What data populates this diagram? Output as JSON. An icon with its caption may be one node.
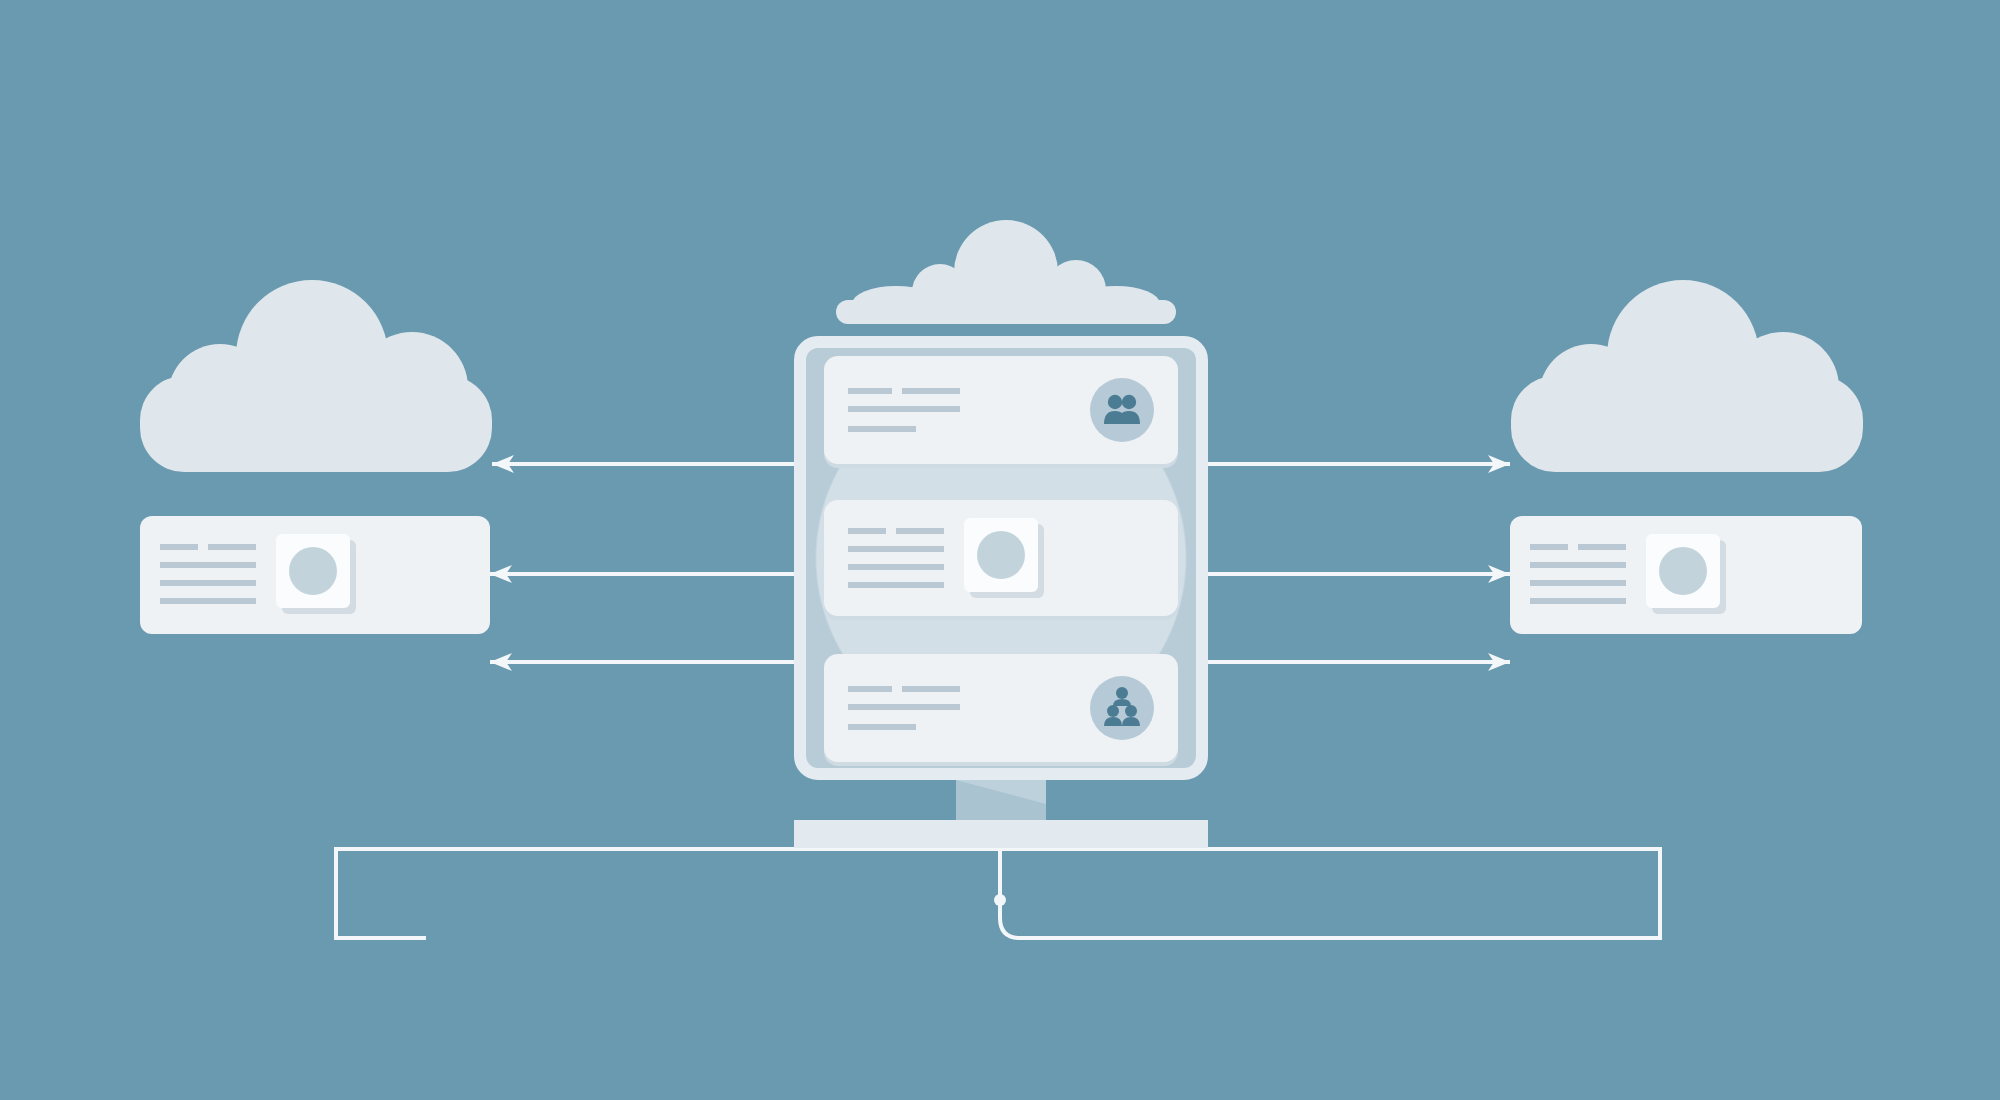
{
  "diagram": {
    "nodes": [
      {
        "text": [],
        "shape": "cloud"
      },
      {
        "text": [],
        "shape": "cloud"
      },
      {
        "text": [],
        "shape": "cloud"
      },
      {
        "text": [],
        "shape": "box"
      },
      {
        "text": [],
        "shape": "box",
        "in": 3
      },
      {
        "text": [],
        "shape": "box",
        "in": 3
      },
      {
        "text": [],
        "shape": "box",
        "in": 3
      },
      {
        "text": [],
        "shape": "box"
      },
      {
        "text": [],
        "shape": "box"
      }
    ],
    "edges": [
      {
        "from": 3,
        "to": 1,
        "arrow": "to"
      },
      {
        "from": 3,
        "to": 2,
        "arrow": "to"
      },
      {
        "from": 3,
        "to": 7,
        "arrow": "to"
      },
      {
        "from": 3,
        "to": 8,
        "arrow": "to"
      },
      {
        "from": 3,
        "to": 7,
        "arrow": "to"
      },
      {
        "from": 3,
        "to": 8,
        "arrow": "to"
      }
    ]
  }
}
